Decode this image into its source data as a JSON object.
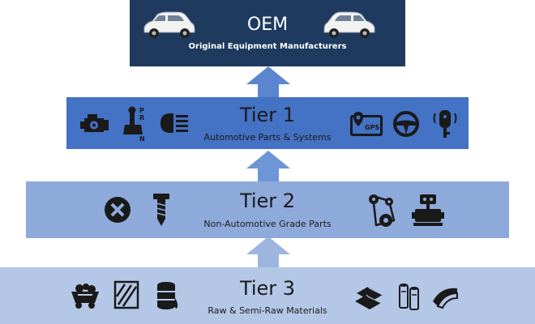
{
  "colors": {
    "oem_bg": "#1e3a5f",
    "tier1_bg": "#4472c4",
    "tier2_bg": "#8eaadb",
    "tier3_bg": "#b4c7e7",
    "arrow": "#5b86cf",
    "icon_dark": "#1a1a1a",
    "white": "#ffffff"
  },
  "oem": {
    "title": "OEM",
    "subtitle": "Original Equipment Manufacturers",
    "icons": [
      "car-icon",
      "car-icon"
    ]
  },
  "tier1": {
    "title": "Tier 1",
    "subtitle": "Automotive Parts & Systems",
    "icons": [
      "engine-icon",
      "gear-shifter-icon",
      "headlight-icon",
      "gps-icon",
      "steering-wheel-icon",
      "car-key-icon"
    ]
  },
  "tier2": {
    "title": "Tier 2",
    "subtitle": "Non-Automotive Grade Parts",
    "icons": [
      "screw-head-icon",
      "screw-icon",
      "belt-pulley-icon",
      "robot-icon"
    ]
  },
  "tier3": {
    "title": "Tier 3",
    "subtitle": "Raw & Semi-Raw Materials",
    "icons": [
      "ore-cart-icon",
      "glass-icon",
      "oil-barrel-icon",
      "metal-bars-icon",
      "cans-icon",
      "sheet-metal-icon"
    ]
  }
}
